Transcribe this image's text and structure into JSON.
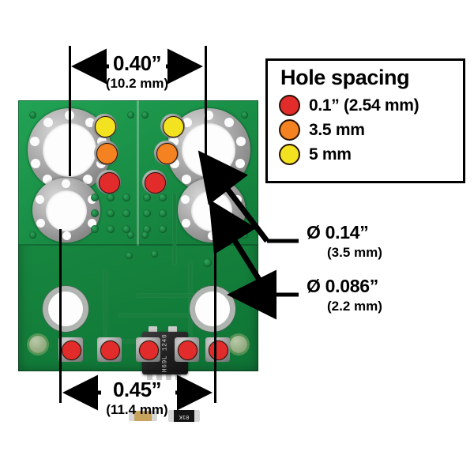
{
  "figure": {
    "subject": "pcb-dimension-diagram",
    "board_color": "#1a9047"
  },
  "dimensions": {
    "top": {
      "primary": "0.40”",
      "secondary": "(10.2 mm)"
    },
    "bottom": {
      "primary": "0.45”",
      "secondary": "(11.4 mm)"
    }
  },
  "annotations": [
    {
      "primary": "Ø 0.14”",
      "secondary": "(3.5 mm)"
    },
    {
      "primary": "Ø 0.086”",
      "secondary": "(2.2 mm)"
    }
  ],
  "legend": {
    "title": "Hole spacing",
    "items": [
      {
        "label": "0.1” (2.54 mm)",
        "color": "#e22b2b"
      },
      {
        "label": "3.5 mm",
        "color": "#f58220"
      },
      {
        "label": "5 mm",
        "color": "#f2e21f"
      }
    ]
  },
  "board": {
    "ic_text": "H69L 1240",
    "diode_text": "01K",
    "markers": {
      "yellow": "#f2e21f",
      "orange": "#f58220",
      "red": "#e22b2b"
    }
  }
}
